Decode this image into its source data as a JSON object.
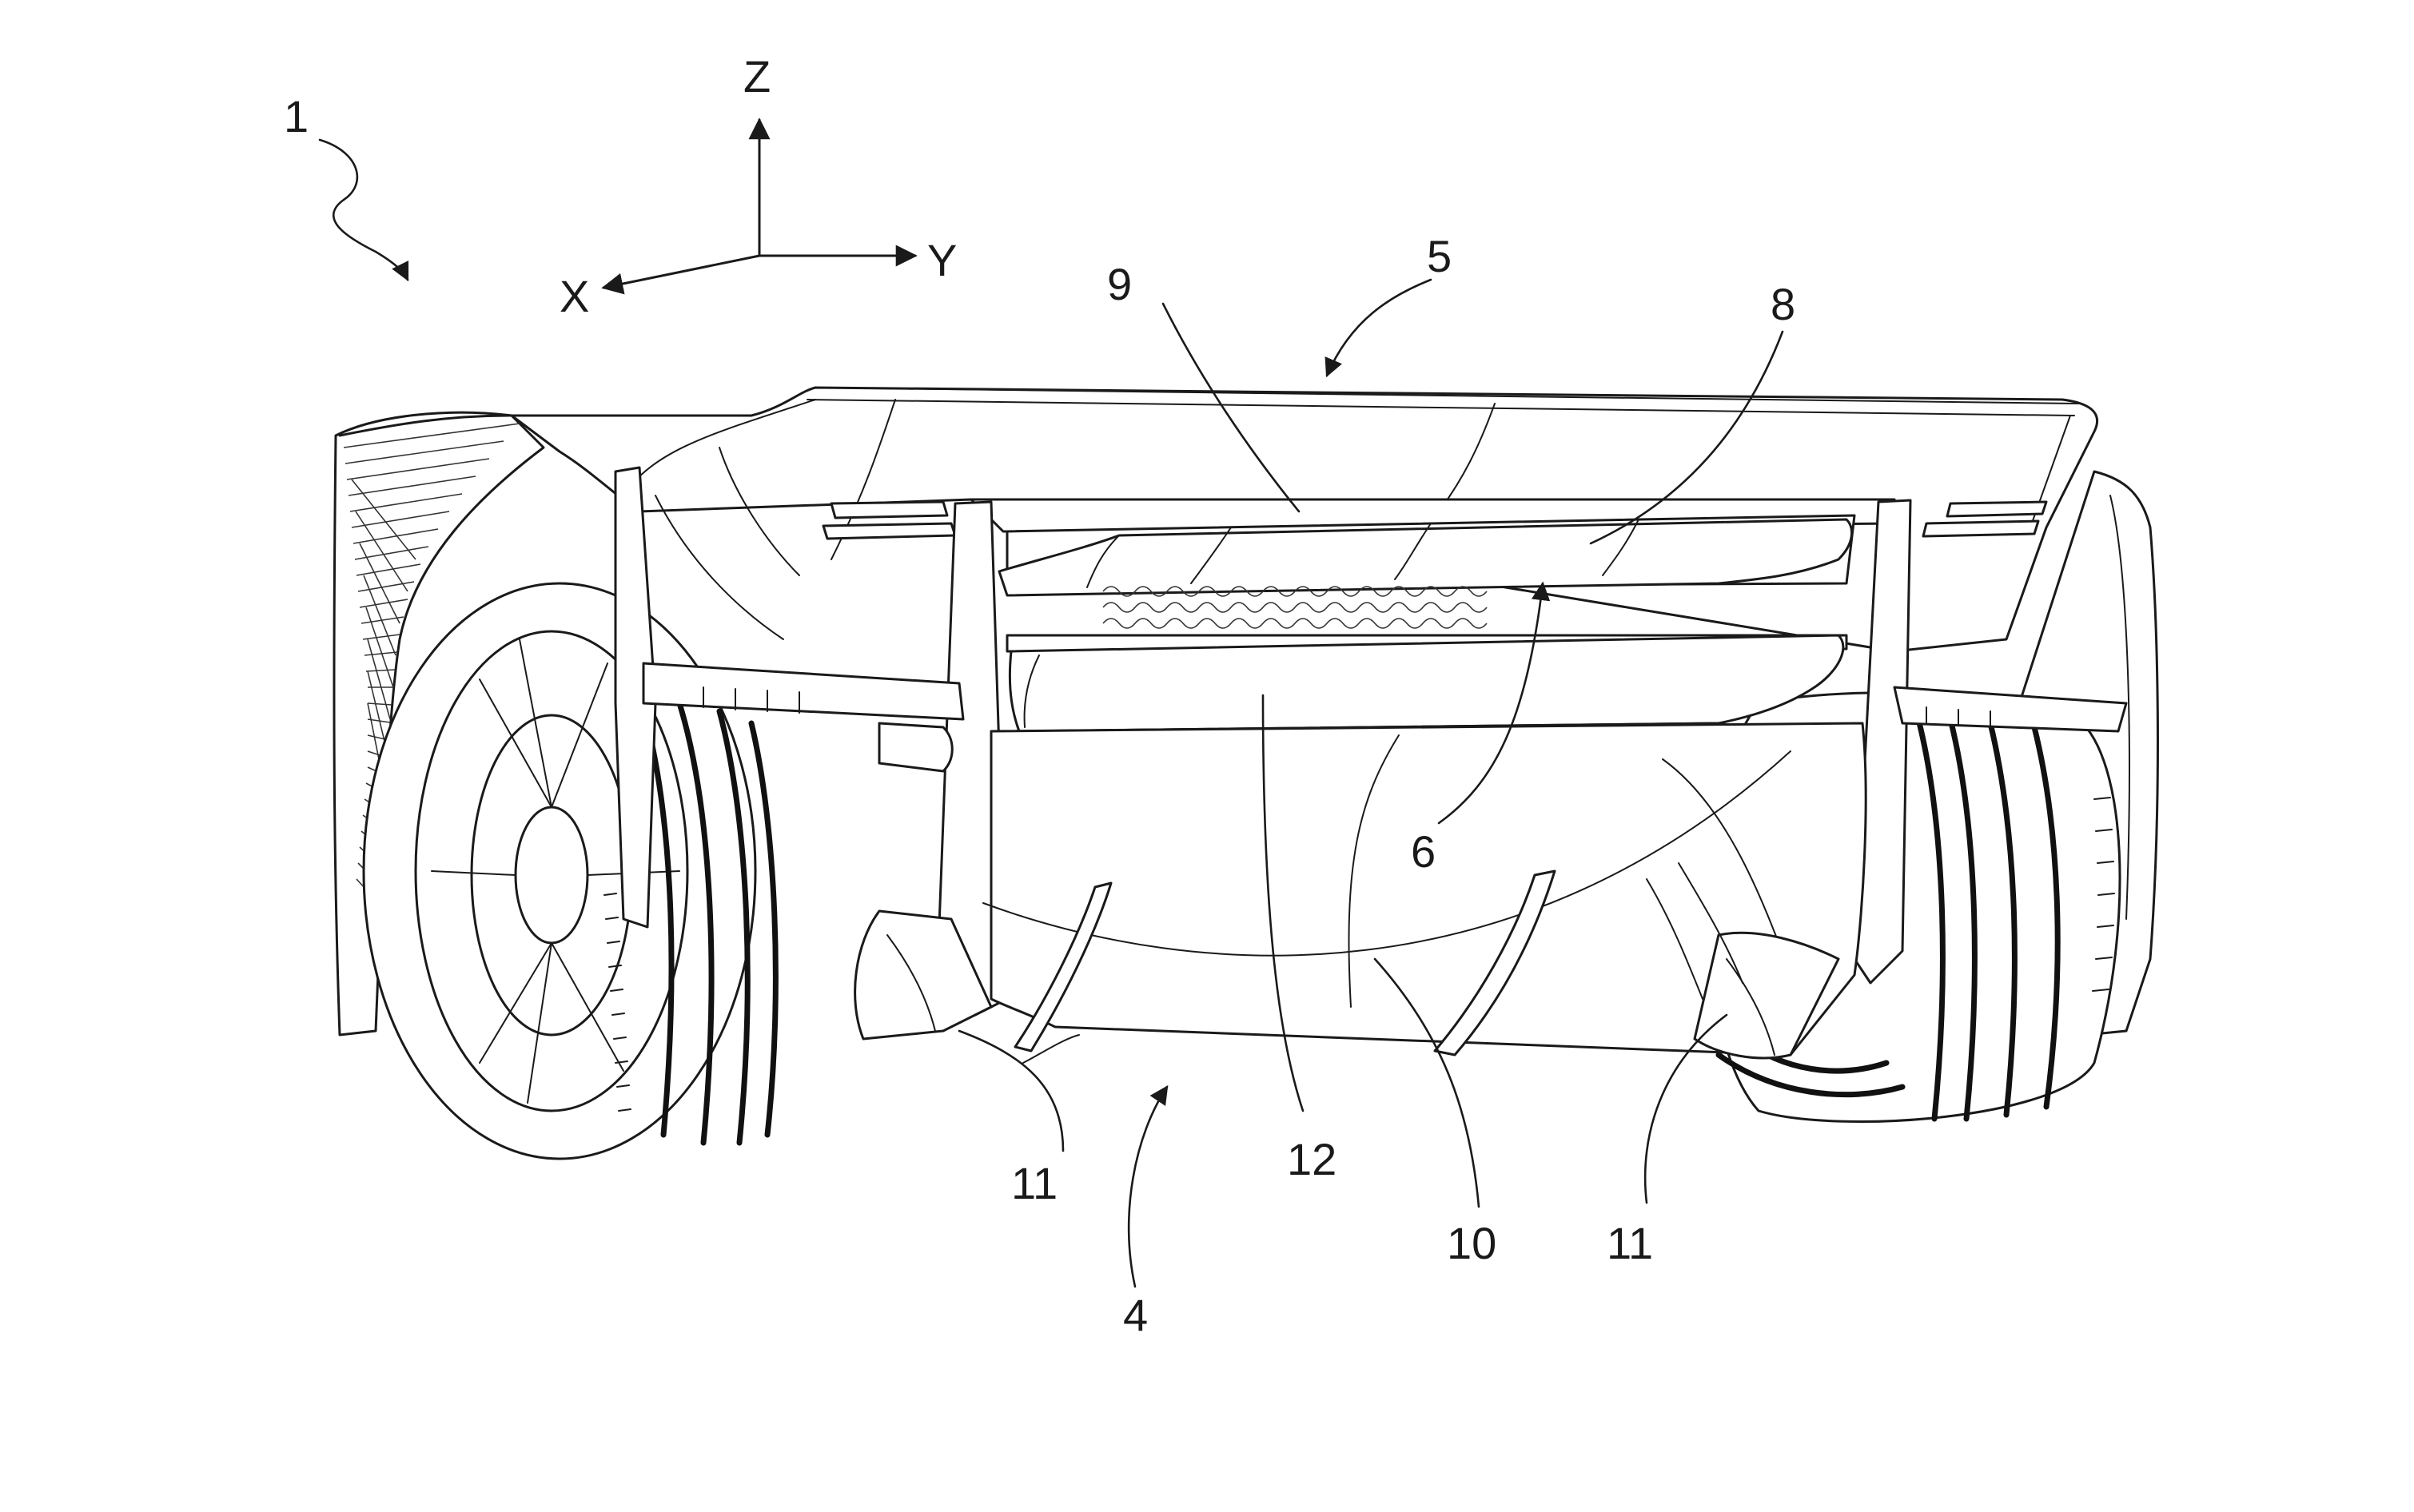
{
  "axes": {
    "z": "Z",
    "y": "Y",
    "x": "X"
  },
  "labels": [
    {
      "id": "ref-1",
      "text": "1"
    },
    {
      "id": "ref-5",
      "text": "5"
    },
    {
      "id": "ref-9",
      "text": "9"
    },
    {
      "id": "ref-8",
      "text": "8"
    },
    {
      "id": "ref-6",
      "text": "6"
    },
    {
      "id": "ref-12",
      "text": "12"
    },
    {
      "id": "ref-10",
      "text": "10"
    },
    {
      "id": "ref-11-left",
      "text": "11"
    },
    {
      "id": "ref-11-right",
      "text": "11"
    },
    {
      "id": "ref-4",
      "text": "4"
    }
  ]
}
